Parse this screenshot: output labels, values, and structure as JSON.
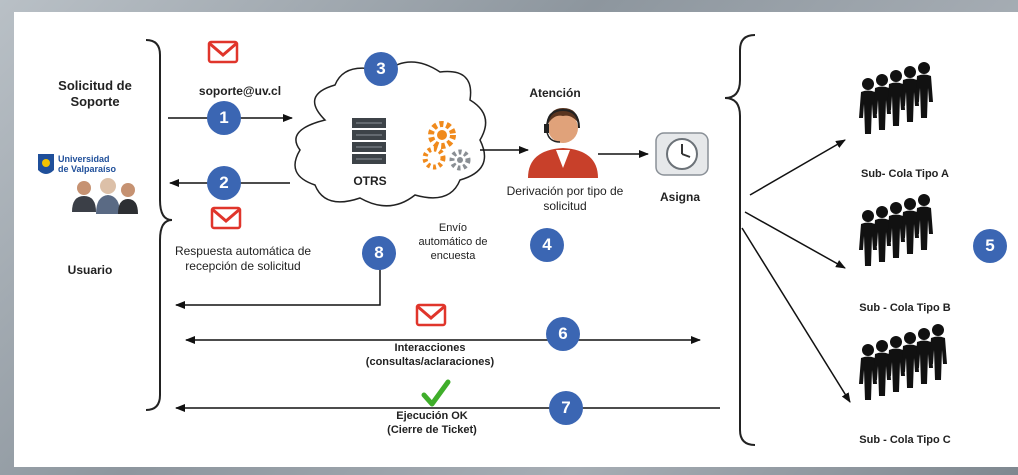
{
  "left": {
    "title_line1": "Solicitud de",
    "title_line2": "Soporte",
    "user_label": "Usuario",
    "logo_text_line1": "Universidad",
    "logo_text_line2": "de Valparaíso"
  },
  "flow": {
    "email": "soporte@uv.cl",
    "otrs": "OTRS",
    "auto_reply_line1": "Respuesta automática de",
    "auto_reply_line2": "recepción de solicitud",
    "survey_line1": "Envío",
    "survey_line2": "automático de",
    "survey_line3": "encuesta",
    "attention": "Atención",
    "derivation_line1": "Derivación por tipo de",
    "derivation_line2": "solicitud",
    "assign": "Asigna",
    "interactions_line1": "Interacciones",
    "interactions_line2": "(consultas/aclaraciones)",
    "execution_line1": "Ejecución OK",
    "execution_line2": "(Cierre de Ticket)"
  },
  "queues": {
    "a": "Sub- Cola Tipo A",
    "b": "Sub - Cola Tipo B",
    "c": "Sub - Cola Tipo C"
  },
  "badges": [
    "1",
    "2",
    "3",
    "4",
    "5",
    "6",
    "7",
    "8"
  ],
  "colors": {
    "badge": "#3b66b3",
    "mail": "#e0352b",
    "check": "#3fae2a",
    "gear": "#f08a1c"
  },
  "icons": [
    "mail-icon",
    "server-icon",
    "gear-icon",
    "support-agent-icon",
    "clock-icon",
    "people-queue-icon",
    "check-icon",
    "university-logo-icon"
  ]
}
